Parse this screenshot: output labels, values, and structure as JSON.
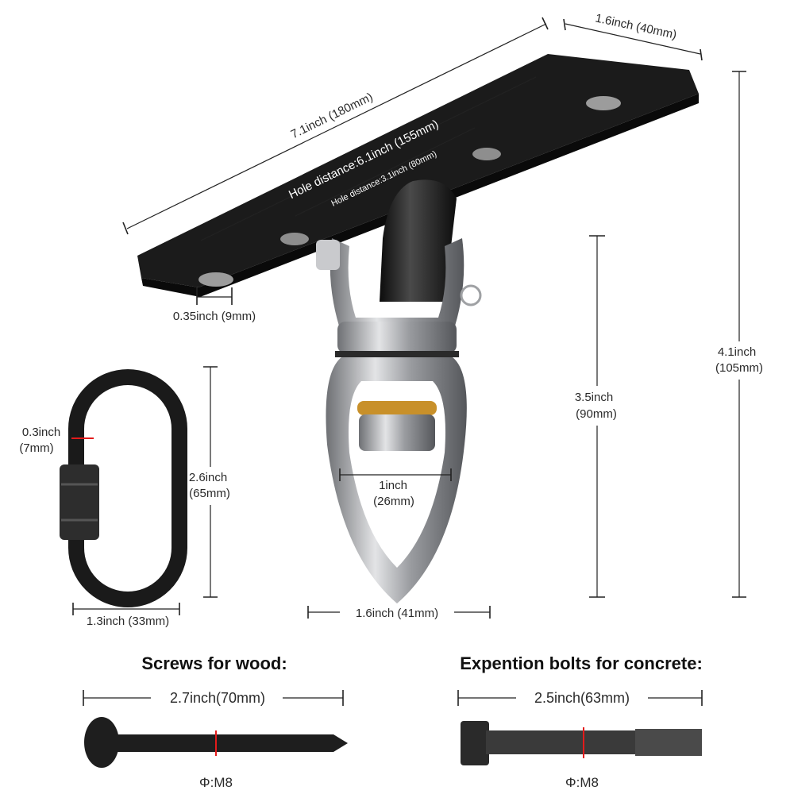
{
  "plate": {
    "length": "7.1inch (180mm)",
    "width": "1.6inch (40mm)",
    "hole_distance_outer": "Hole distance:6.1inch (155mm)",
    "hole_distance_inner": "Hole distance:3.1inch (80mm)",
    "hole_diameter": "0.35inch (9mm)"
  },
  "hook": {
    "total_height_in": "4.1inch",
    "total_height_mm": "(105mm)",
    "hook_height_in": "3.5inch",
    "hook_height_mm": "(90mm)",
    "inner_width_in": "1inch",
    "inner_width_mm": "(26mm)",
    "outer_width": "1.6inch (41mm)"
  },
  "quick_link": {
    "thickness_in": "0.3inch",
    "thickness_mm": "(7mm)",
    "height_in": "2.6inch",
    "height_mm": "(65mm)",
    "width": "1.3inch (33mm)"
  },
  "screws": {
    "heading": "Screws for wood:",
    "length": "2.7inch(70mm)",
    "diameter": "Φ:M8"
  },
  "bolts": {
    "heading": "Expention bolts for concrete:",
    "length": "2.5inch(63mm)",
    "diameter": "Φ:M8"
  },
  "colors": {
    "plate": "#1b1b1b",
    "steel": "#a7a9ad",
    "brass": "#c8902a",
    "marker": "#e31b1b"
  }
}
